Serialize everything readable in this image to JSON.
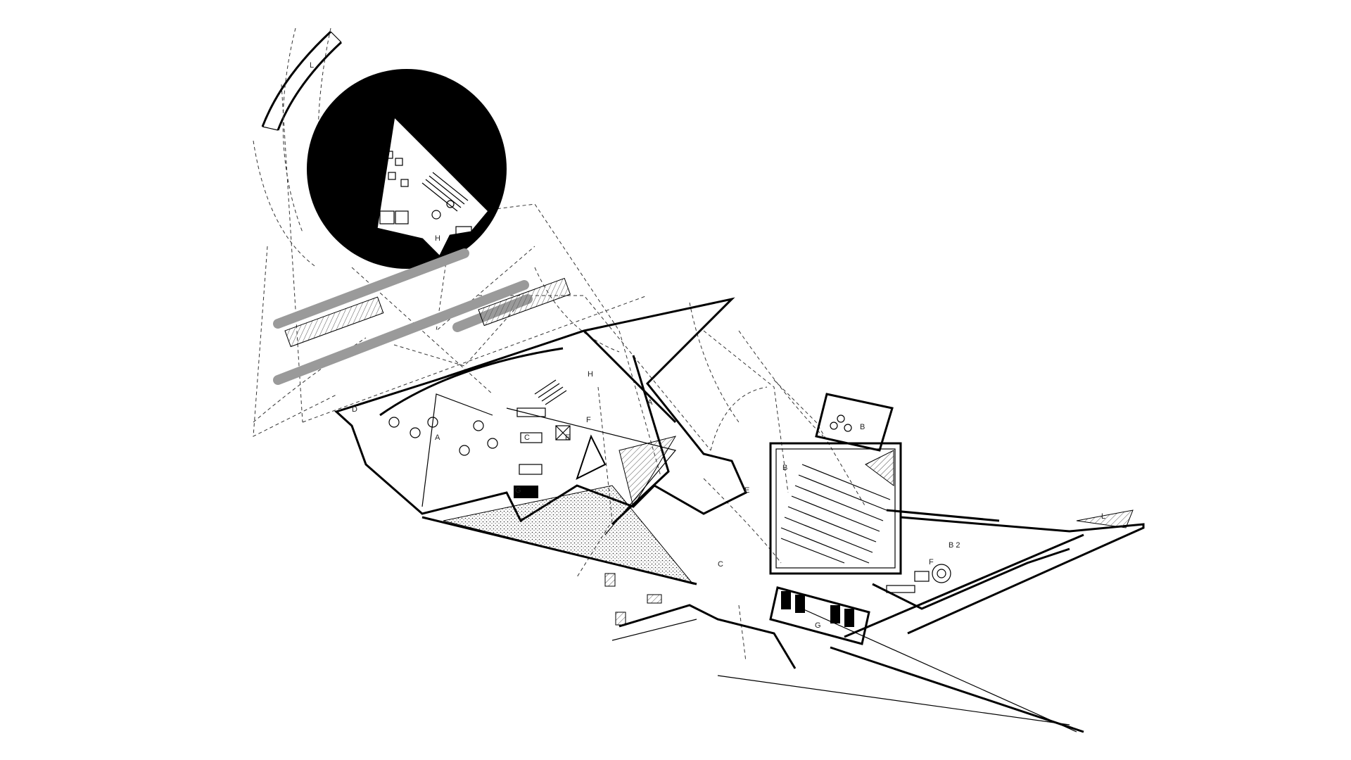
{
  "labels": {
    "H_top": "H",
    "H_mid": "H",
    "A_left": "A",
    "A_mid": "A",
    "C_left": "C",
    "C_bottom": "C",
    "D": "D",
    "E_left": "E",
    "E_mid": "E",
    "F_left": "F",
    "F_right": "F",
    "G_left": "G",
    "G_right": "G",
    "B_top": "B",
    "B_aud": "B",
    "B2": "B 2",
    "L_right": "L",
    "L_top": "L"
  },
  "colors": {
    "ink": "#000000",
    "background": "#ffffff",
    "grey": "#9a9a9a"
  }
}
